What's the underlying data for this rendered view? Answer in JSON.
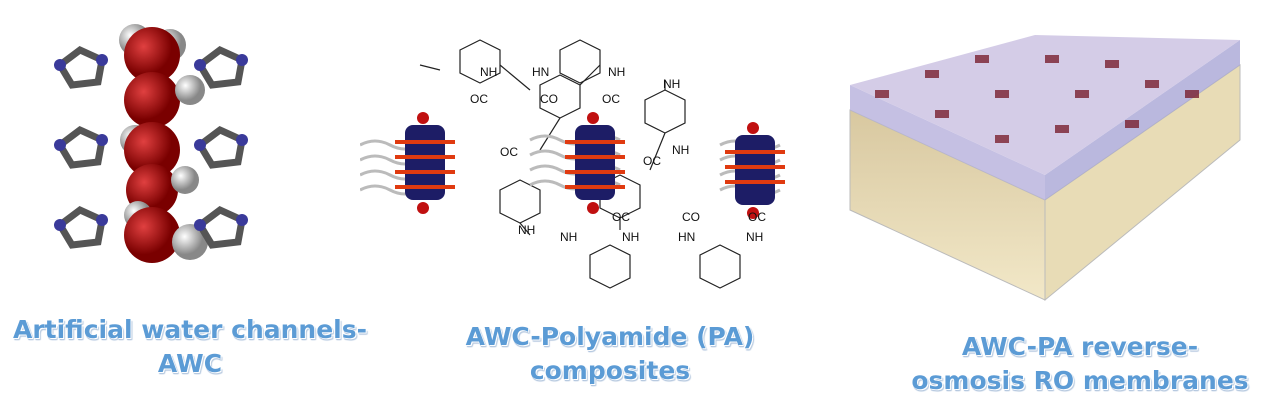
{
  "captions": {
    "left": [
      "Artificial water channels-",
      "AWC"
    ],
    "middle": [
      "AWC-Polyamide (PA)",
      "composites"
    ],
    "right": [
      "AWC-PA reverse-",
      "osmosis RO membranes"
    ]
  },
  "chem_labels": [
    "NH",
    "HN",
    "NH",
    "OC",
    "CO",
    "OC",
    "NH",
    "OC",
    "NH",
    "OC",
    "NH",
    "OC",
    "CO",
    "OC",
    "NH",
    "NH",
    "HN",
    "NH"
  ],
  "colors": {
    "caption": "#5b9bd5",
    "water": "#b01010",
    "imidazole_n": "#3a3a9a",
    "carbon": "#555555",
    "membrane_top": "#a9a6d6",
    "membrane_body": "#e6d7a6"
  }
}
